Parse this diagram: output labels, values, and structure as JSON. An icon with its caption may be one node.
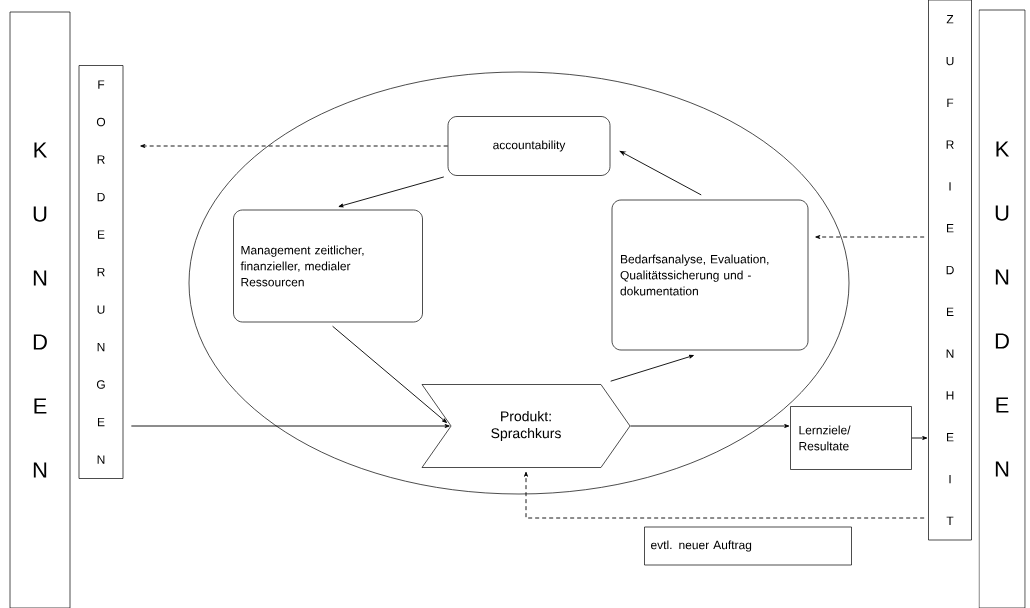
{
  "diagram": {
    "nodes": [
      {
        "text": [
          "K U N D E N"
        ]
      },
      {
        "text": [
          "F O R D E R U N G E N"
        ]
      },
      {
        "text": [],
        "shape": "ellipse"
      },
      {
        "text": [
          "accountability"
        ],
        "in": 2
      },
      {
        "text": [
          "Management zeitlicher, finanzieller, medialer Ressourcen"
        ],
        "in": 2
      },
      {
        "text": [
          "Bedarfsanalyse, Evaluation, Qualitätssicherung und -dokumentation"
        ],
        "in": 2
      },
      {
        "text": [
          "Produkt: Sprachkurs"
        ],
        "in": 2
      },
      {
        "text": [
          "Lernziele/ Resultate"
        ]
      },
      {
        "text": [
          "evtl. neuer Auftrag"
        ]
      },
      {
        "text": [
          "Z U F R I E D E N H E I T"
        ]
      },
      {
        "text": [
          "K U N D E N"
        ]
      }
    ],
    "edges": [
      {
        "from": 3,
        "to": 1,
        "arrow": "to",
        "style": "dashed"
      },
      {
        "from": 3,
        "to": 4,
        "arrow": "to"
      },
      {
        "from": 5,
        "to": 3,
        "arrow": "to"
      },
      {
        "from": 4,
        "to": 6,
        "arrow": "to"
      },
      {
        "from": 6,
        "to": 5,
        "arrow": "to"
      },
      {
        "from": 1,
        "to": 6,
        "arrow": "to"
      },
      {
        "from": 6,
        "to": 7,
        "arrow": "to"
      },
      {
        "from": 7,
        "to": 9,
        "arrow": "to"
      },
      {
        "from": 9,
        "to": 5,
        "arrow": "to",
        "style": "dashed"
      },
      {
        "from": 9,
        "to": 6,
        "arrow": "to",
        "style": "dashed"
      }
    ]
  }
}
